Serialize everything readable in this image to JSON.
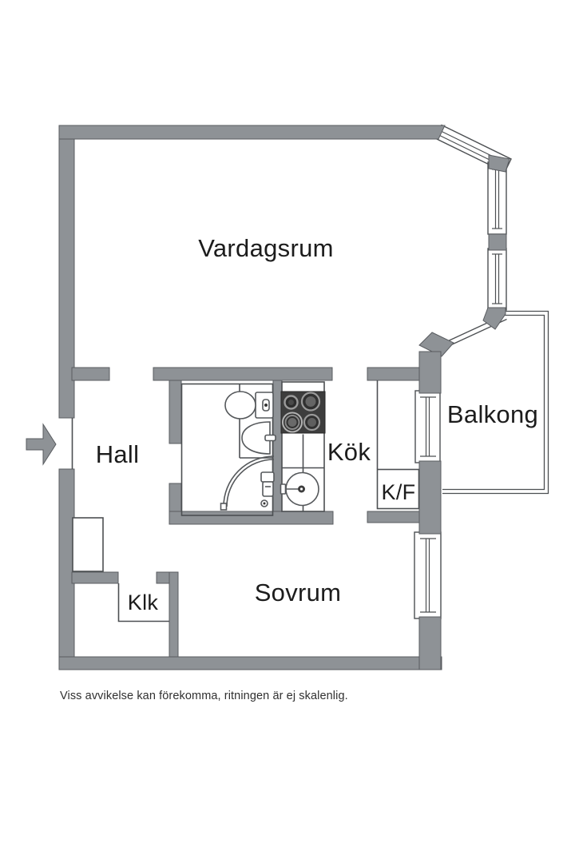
{
  "colors": {
    "page_background": "#ffffff",
    "wall_fill": "#8e9296",
    "wall_stroke": "#595c60",
    "line": "#4c4f52",
    "fixture_line": "#55585b",
    "stove_fill": "#3d3d3d",
    "burner_ring": "#9a9a9a",
    "burner_dark": "#2e2e2e",
    "burner_mid": "#656565",
    "label_text": "#1c1c1c",
    "disclaimer_text": "#303030"
  },
  "floorplan": {
    "rooms": {
      "living_room": {
        "label": "Vardagsrum"
      },
      "hall": {
        "label": "Hall"
      },
      "kitchen": {
        "label": "Kök"
      },
      "balcony": {
        "label": "Balkong"
      },
      "fridge_freezer": {
        "label": "K/F"
      },
      "closet": {
        "label": "Klk"
      },
      "bedroom": {
        "label": "Sovrum"
      }
    },
    "disclaimer": "Viss avvikelse kan förekomma, ritningen är ej skalenlig."
  }
}
